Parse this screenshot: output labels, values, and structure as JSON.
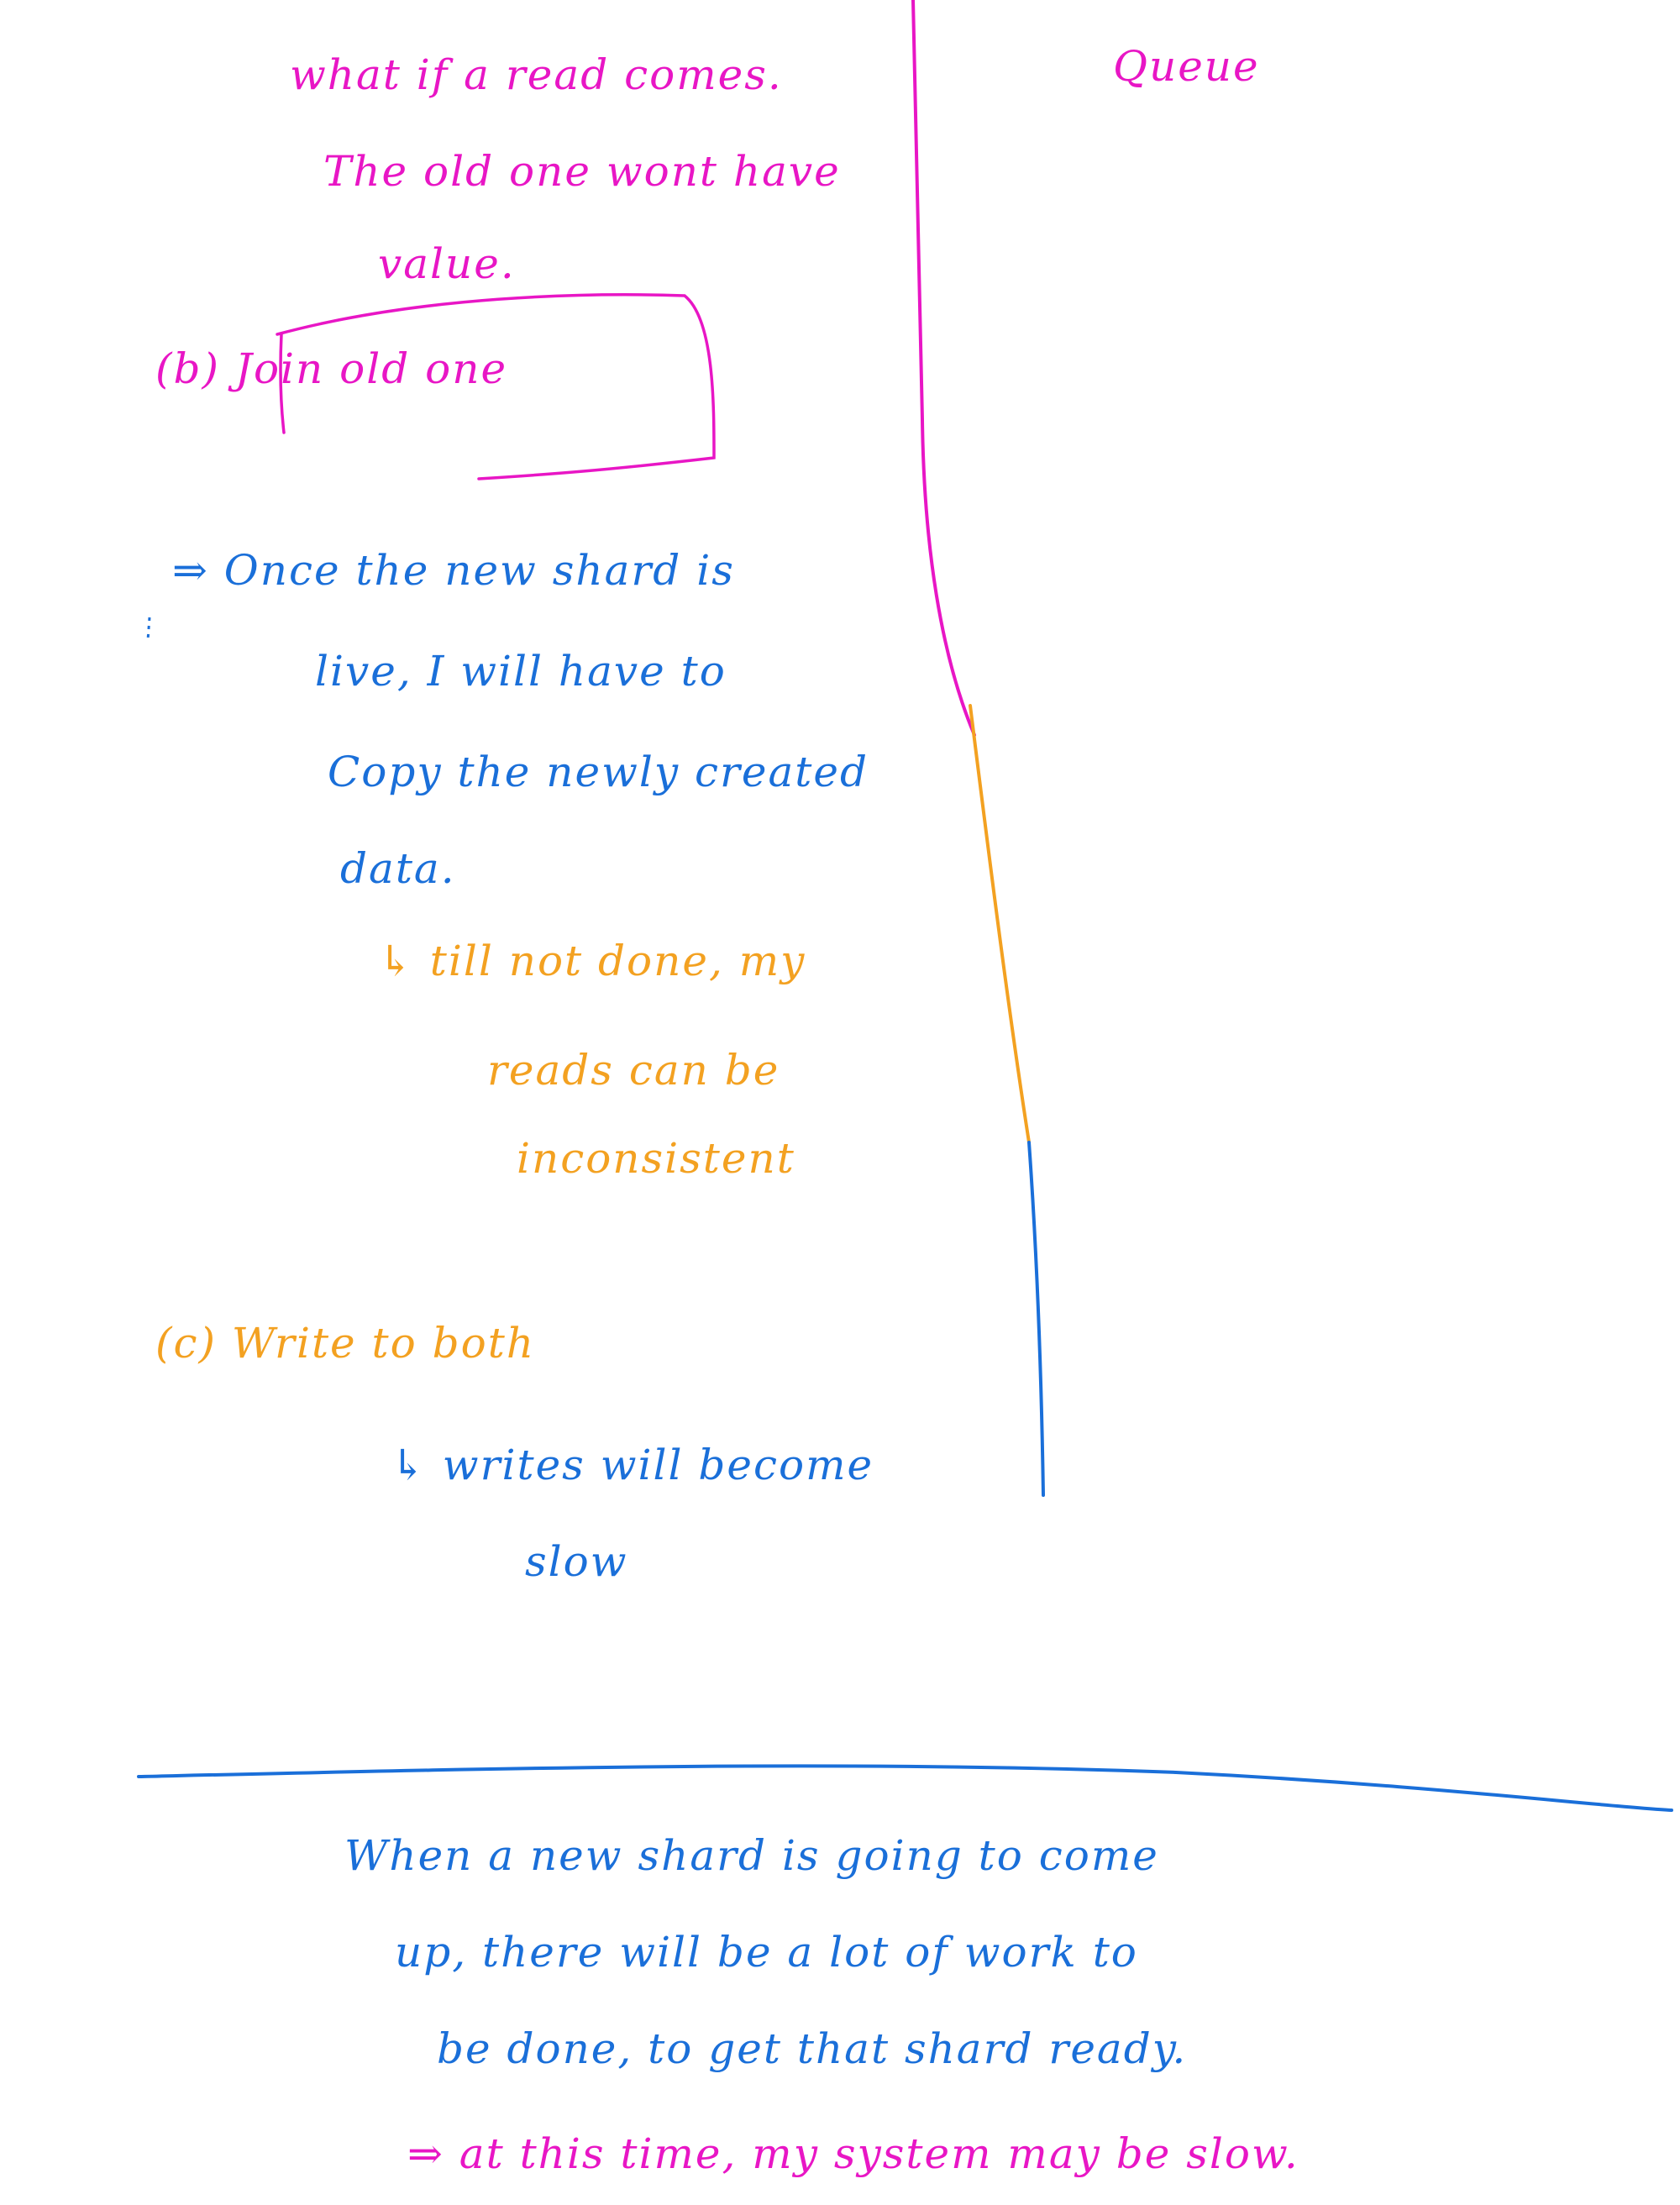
{
  "colors": {
    "pink": "#e816c5",
    "blue": "#1a6fd9",
    "orange": "#f3a121"
  },
  "left_column": {
    "pink_lines": [
      "what if a read comes.",
      "The old one wont have",
      "value.",
      "(b) Join old one"
    ],
    "blue_lines": [
      "⇒ Once the new shard is",
      "live, I will have to",
      "Copy the newly created",
      "data."
    ],
    "orange_lines": [
      "↳ till not done, my",
      "reads can be",
      "inconsistent"
    ],
    "option_c": "(c) Write to both",
    "option_c_notes": [
      "↳ writes will become",
      "slow"
    ]
  },
  "right_column": {
    "pink_word": "Queue"
  },
  "bottom_note": {
    "lines": [
      "When a new shard is going to come",
      "up, there will be a lot of work to",
      "be done, to get that shard ready."
    ],
    "conclusion": "⇒ at this time, my system may be slow."
  }
}
